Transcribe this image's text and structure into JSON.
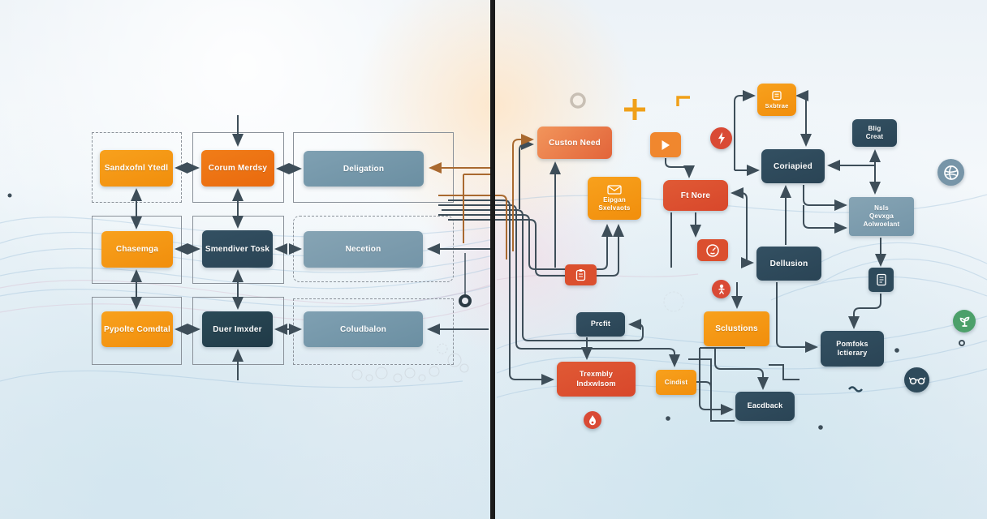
{
  "title": "process-comparison-flowchart",
  "left": {
    "cells": [
      {
        "label": "Sandxofnl Ytedl",
        "color": "orange"
      },
      {
        "label": "Corum Merdsy",
        "color": "orange-deep"
      },
      {
        "label": "Deligation",
        "color": "bluegray"
      },
      {
        "label": "Chasemga",
        "color": "orange"
      },
      {
        "label": "Smendiver Tosk",
        "color": "navy"
      },
      {
        "label": "Necetion",
        "color": "bluegray"
      },
      {
        "label": "Pypolte Comdtal",
        "color": "orange"
      },
      {
        "label": "Duer Imxder",
        "color": "navy-dark"
      },
      {
        "label": "Coludbalon",
        "color": "bluegray"
      }
    ]
  },
  "right": {
    "nodes": [
      {
        "label": "Custon Need",
        "color": "orange-red-gradient"
      },
      {
        "label": "Sxbtrae",
        "color": "orange",
        "icon": "document-icon"
      },
      {
        "label": "Blig\nCreat",
        "color": "navy"
      },
      {
        "label": "Coriapied",
        "color": "navy"
      },
      {
        "label": "Eipgan\nSxelvaots",
        "color": "orange",
        "icon": "envelope-icon"
      },
      {
        "label": "Ft Nore",
        "color": "red"
      },
      {
        "label": "Nsls\nQevxga\nAolwoelant",
        "color": "bluegray"
      },
      {
        "label": "Dellusion",
        "color": "navy"
      },
      {
        "label": "Prcfit",
        "color": "navy"
      },
      {
        "label": "Sclustions",
        "color": "orange"
      },
      {
        "label": "Pomfoks\nIctierary",
        "color": "navy"
      },
      {
        "label": "Trexmbly\nIndxwlsom",
        "color": "red"
      },
      {
        "label": "Cindist",
        "color": "orange"
      },
      {
        "label": "Eacdback",
        "color": "navy"
      }
    ]
  },
  "icons": {
    "play-icon": "▶ white triangle on orange square",
    "lightning-icon": "⚡ white bolt on red circle",
    "gauge-icon": "◔ white dial on red square",
    "clipboard-icon": "🗒 white clipboard on red square",
    "person-icon": "白 white figure on red circle",
    "doc-list-icon": "≡ white document on navy square",
    "globe-icon": "🌐 white globe on bluegray circle",
    "glasses-icon": "👓 white glasses on navy circle",
    "plant-icon": "🌱 white sprout on green circle",
    "flame-icon": "🔥 white flame on red circle",
    "plus-icon": "+ orange cross",
    "corner-bracket-icon": "⌐ orange corner mark",
    "ring-icon": "○ beige ring outline",
    "target-icon": "◎ dark ring with stem"
  },
  "colors": {
    "orange": "#F5990E",
    "orange_deep": "#EE7112",
    "red": "#DB4F2E",
    "navy": "#2E4A5B",
    "bluegray": "#7493A6",
    "line": "#3E4E59",
    "line_orange": "#A9692F",
    "divider": "#1B1B1B",
    "accent_plus": "#F0A019",
    "green": "#4CA06A"
  }
}
